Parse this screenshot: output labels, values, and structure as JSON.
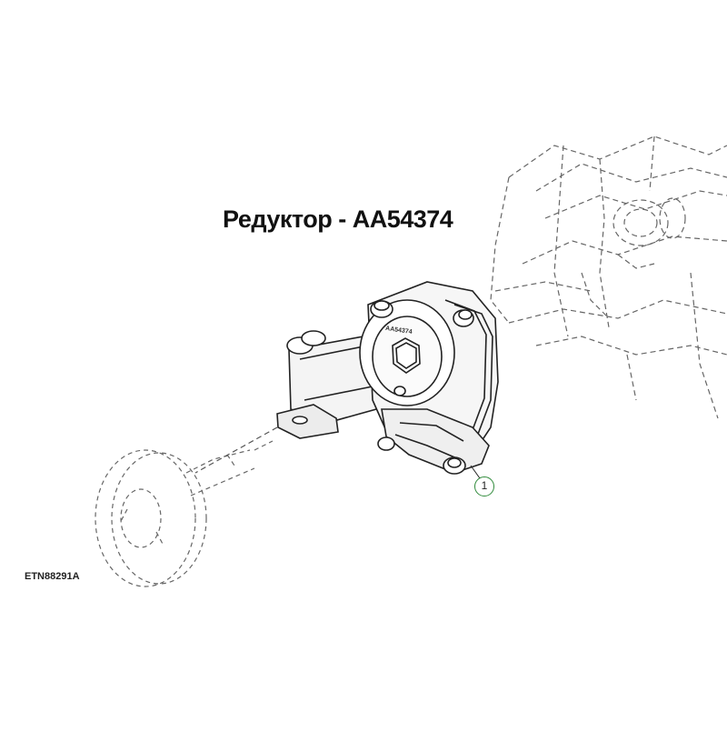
{
  "title": "Редуктор - AA54374",
  "figure_ref": "ETN88291A",
  "callout_number": "1",
  "part_marking": "AA54374",
  "colors": {
    "line": "#222222",
    "dashed_line": "#555555",
    "callout_ring": "#2f8a3a",
    "background": "#ffffff"
  }
}
